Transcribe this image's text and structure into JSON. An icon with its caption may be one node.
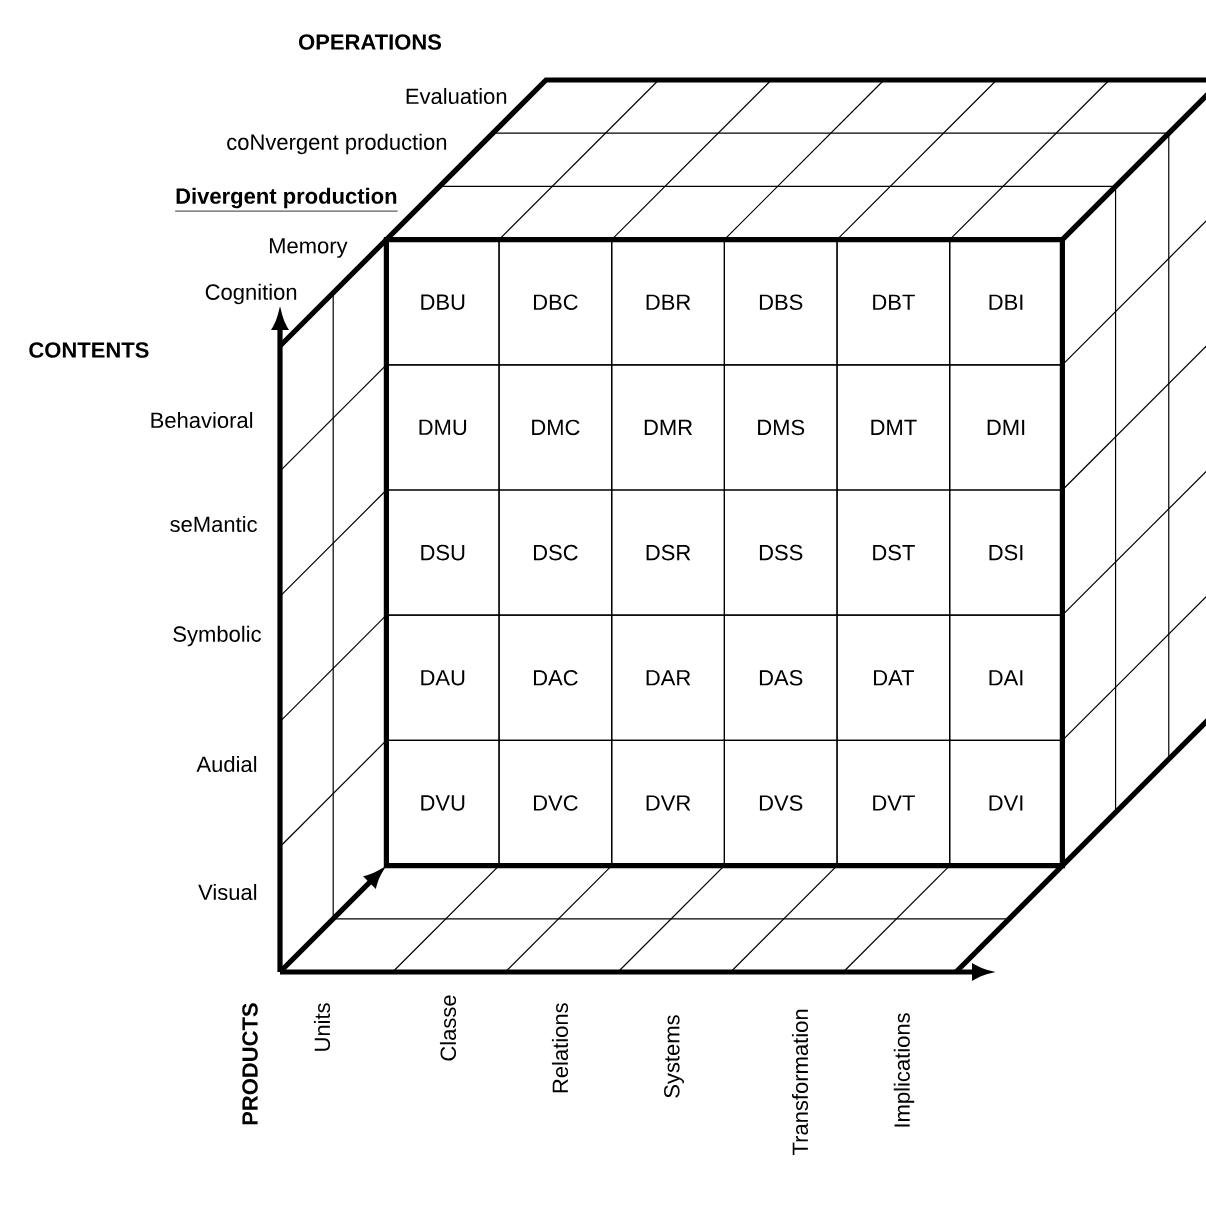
{
  "diagram": {
    "nodes": [
      {
        "text": [
          "DBU"
        ]
      },
      {
        "text": [
          "DBC"
        ]
      },
      {
        "text": [
          "DBR"
        ]
      },
      {
        "text": [
          "DBS"
        ]
      },
      {
        "text": [
          "DBT"
        ]
      },
      {
        "text": [
          "DBI"
        ]
      },
      {
        "text": [
          "DMU"
        ]
      },
      {
        "text": [
          "DMC"
        ]
      },
      {
        "text": [
          "DMR"
        ]
      },
      {
        "text": [
          "DMS"
        ]
      },
      {
        "text": [
          "DMT"
        ]
      },
      {
        "text": [
          "DMI"
        ]
      },
      {
        "text": [
          "DSU"
        ]
      },
      {
        "text": [
          "DSC"
        ]
      },
      {
        "text": [
          "DSR"
        ]
      },
      {
        "text": [
          "DSS"
        ]
      },
      {
        "text": [
          "DST"
        ]
      },
      {
        "text": [
          "DSI"
        ]
      },
      {
        "text": [
          "DAU"
        ]
      },
      {
        "text": [
          "DAC"
        ]
      },
      {
        "text": [
          "DAR"
        ]
      },
      {
        "text": [
          "DAS"
        ]
      },
      {
        "text": [
          "DAT"
        ]
      },
      {
        "text": [
          "DAI"
        ]
      },
      {
        "text": [
          "DVU"
        ]
      },
      {
        "text": [
          "DVC"
        ]
      },
      {
        "text": [
          "DVR"
        ]
      },
      {
        "text": [
          "DVS"
        ]
      },
      {
        "text": [
          "DVT"
        ]
      },
      {
        "text": [
          "DVI"
        ]
      }
    ],
    "labels": [
      "OPERATIONS",
      "Evaluation",
      "coNvergent production",
      "Divergent production",
      "Memory",
      "Cognition",
      "CONTENTS",
      "Behavioral",
      "seMantic",
      "Symbolic",
      "Audial",
      "Visual",
      "PRODUCTS",
      "Units",
      "Classe",
      "Relations",
      "Systems",
      "Transformation",
      "Implications"
    ]
  }
}
